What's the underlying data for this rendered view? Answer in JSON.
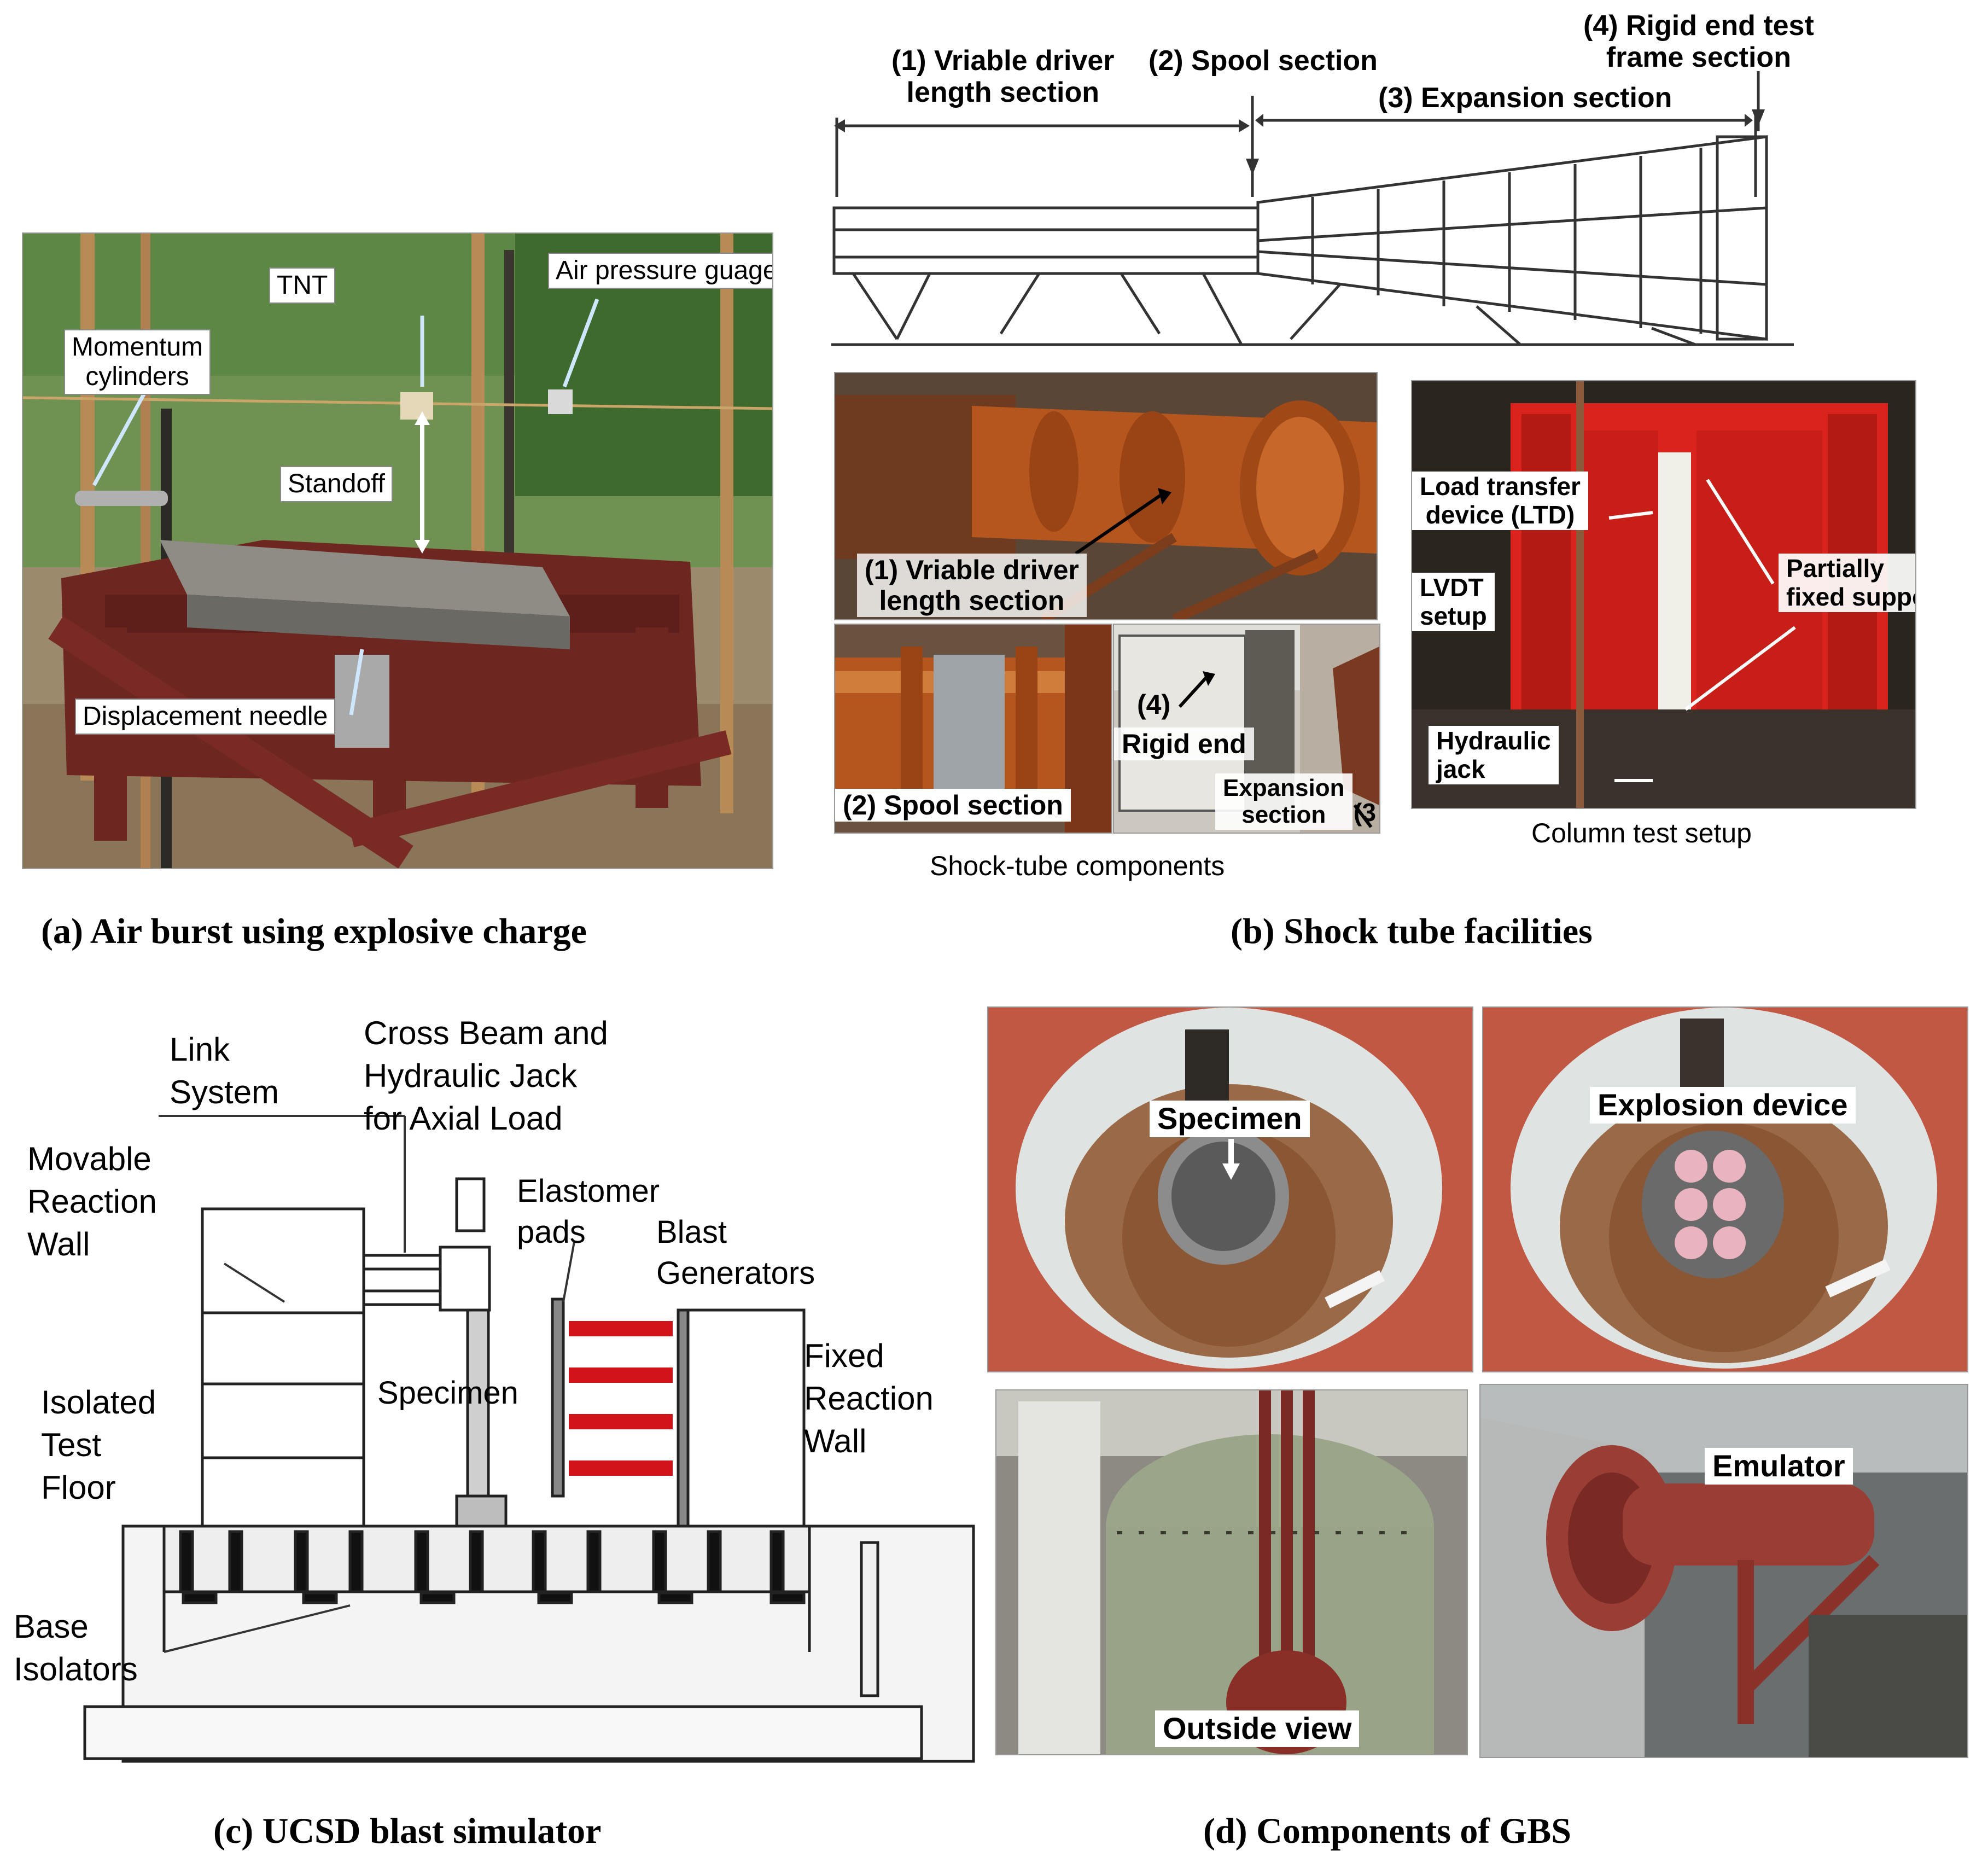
{
  "panel_a": {
    "caption": "(a) Air burst using explosive charge",
    "labels": {
      "tnt": "TNT",
      "air_pressure": "Air pressure guage",
      "momentum": "Momentum\ncylinders",
      "standoff": "Standoff",
      "displacement": "Displacement needle"
    }
  },
  "panel_b": {
    "caption": "(b) Shock tube facilities",
    "schematic": {
      "driver": "(1) Vriable driver\nlength section",
      "spool": "(2) Spool section",
      "expansion": "(3) Expansion section",
      "rigid_end": "(4) Rigid end test\nframe section"
    },
    "photos": {
      "driver": "(1) Vriable driver\nlength section",
      "spool": "(2) Spool section",
      "rigid_number": "(4)",
      "rigid_end": "Rigid end",
      "expansion": "Expansion\nsection",
      "expansion_number": "(3",
      "components_caption": "Shock-tube components",
      "ltd": "Load transfer\ndevice (LTD)",
      "lvdt": "LVDT\nsetup",
      "partial": "Partially\nfixed supports",
      "jack": "Hydraulic\njack",
      "column_caption": "Column test setup"
    }
  },
  "panel_c": {
    "caption": "(c) UCSD blast simulator",
    "labels": {
      "link": "Link\nSystem",
      "cross_beam": "Cross Beam and\nHydraulic Jack\nfor Axial Load",
      "movable": "Movable\nReaction\nWall",
      "elastomer": "Elastomer\npads",
      "blast": "Blast\nGenerators",
      "specimen": "Specimen",
      "fixed": "Fixed\nReaction\nWall",
      "isolated": "Isolated\nTest\nFloor",
      "base": "Base\nIsolators"
    }
  },
  "panel_d": {
    "caption": "(d) Components of GBS",
    "labels": {
      "specimen": "Specimen",
      "explosion": "Explosion device",
      "outside": "Outside view",
      "emulator": "Emulator"
    }
  },
  "colors": {
    "steel_red": "#7a2a24",
    "foliage": "#4f7a3a",
    "shock_tube_orange": "#b5561f",
    "frame_red": "#d9231c",
    "blast_red": "#d0141a",
    "gbs_white": "#dfe4e2",
    "gbs_rust": "#8a5634"
  }
}
